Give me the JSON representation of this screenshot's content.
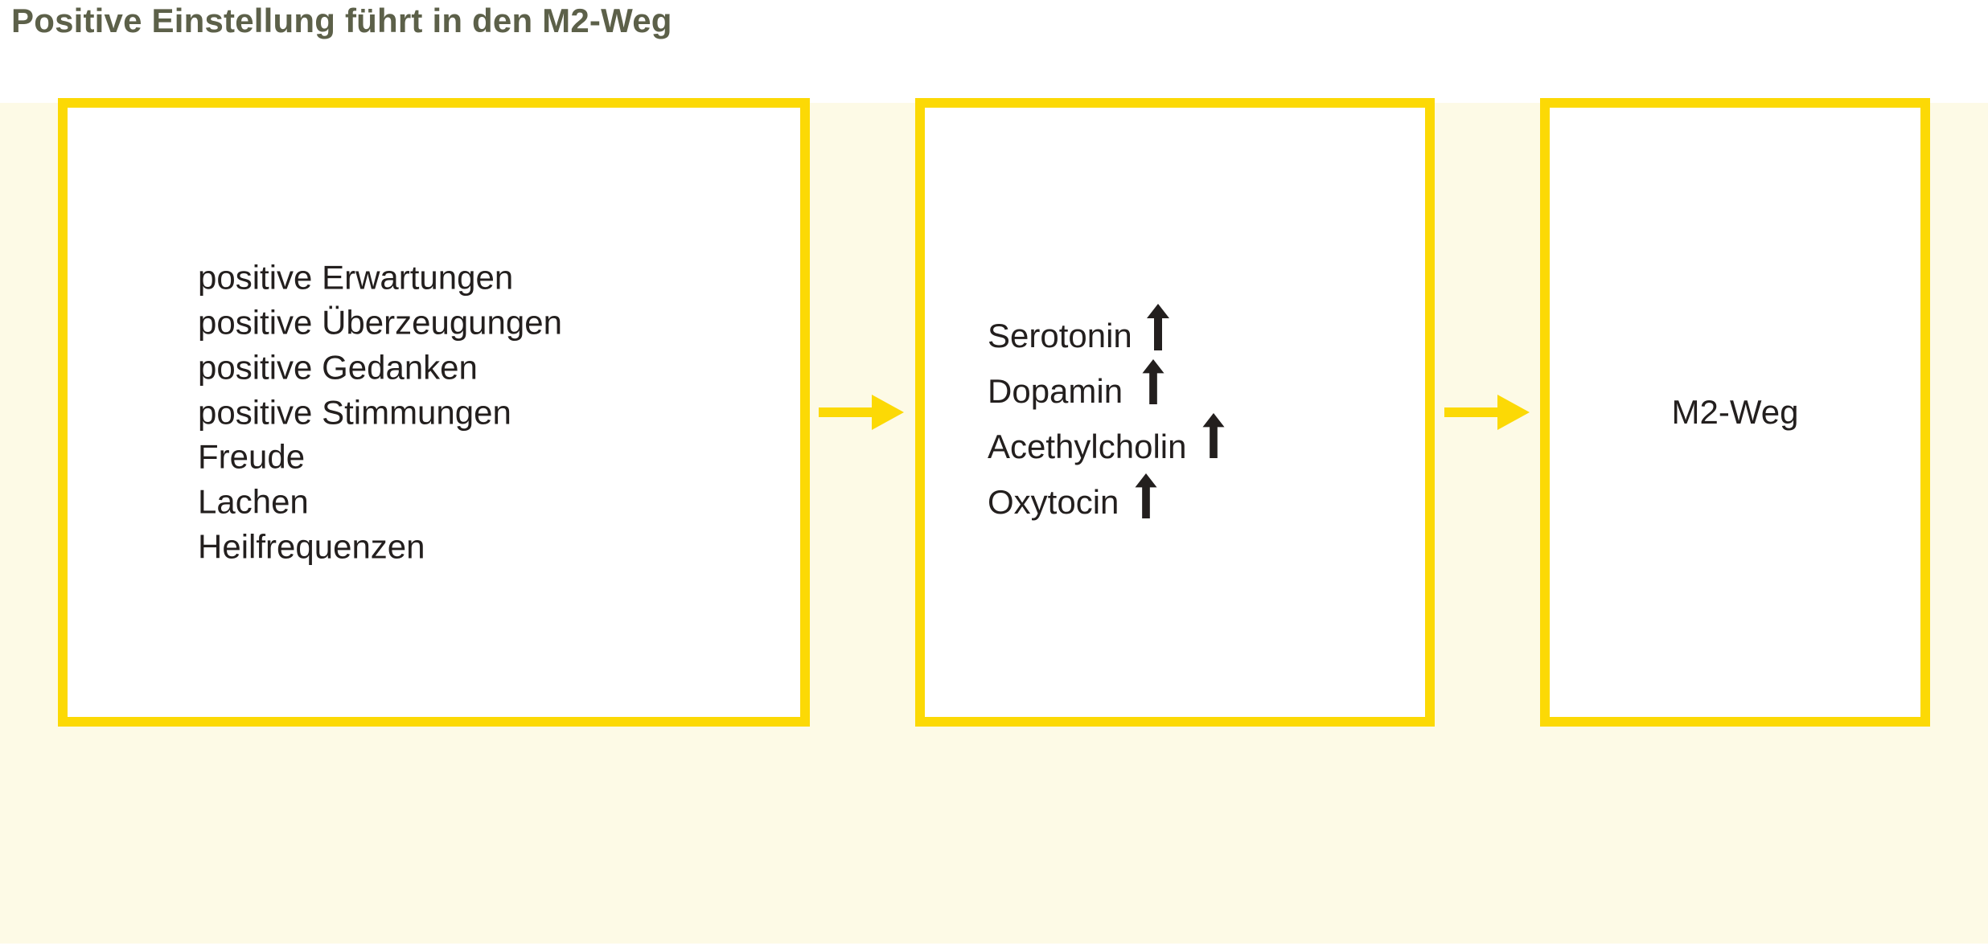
{
  "title": "Positive Einstellung führt in den M2-Weg",
  "colors": {
    "title_text": "#5c6049",
    "panel_background": "#fdfae6",
    "box_border": "#fcd905",
    "box_fill": "#ffffff",
    "arrow": "#fcd905",
    "body_text": "#231f1e"
  },
  "flow": {
    "boxes": [
      {
        "id": "inputs",
        "kind": "list",
        "items": [
          "positive Erwartungen",
          "positive Überzeugungen",
          "positive Gedanken",
          "positive Stimmungen",
          "Freude",
          "Lachen",
          "Heilfrequenzen"
        ]
      },
      {
        "id": "neurotransmitters",
        "kind": "list-with-arrows",
        "items": [
          {
            "label": "Serotonin",
            "trend": "up",
            "trend_icon": "arrow-up-icon"
          },
          {
            "label": "Dopamin",
            "trend": "up",
            "trend_icon": "arrow-up-icon"
          },
          {
            "label": "Acethylcholin",
            "trend": "up",
            "trend_icon": "arrow-up-icon"
          },
          {
            "label": "Oxytocin",
            "trend": "up",
            "trend_icon": "arrow-up-icon"
          }
        ]
      },
      {
        "id": "outcome",
        "kind": "single",
        "label": "M2-Weg"
      }
    ],
    "connectors": [
      {
        "id": "connector-1",
        "icon": "arrow-right-icon",
        "from": "inputs",
        "to": "neurotransmitters"
      },
      {
        "id": "connector-2",
        "icon": "arrow-right-icon",
        "from": "neurotransmitters",
        "to": "outcome"
      }
    ]
  }
}
